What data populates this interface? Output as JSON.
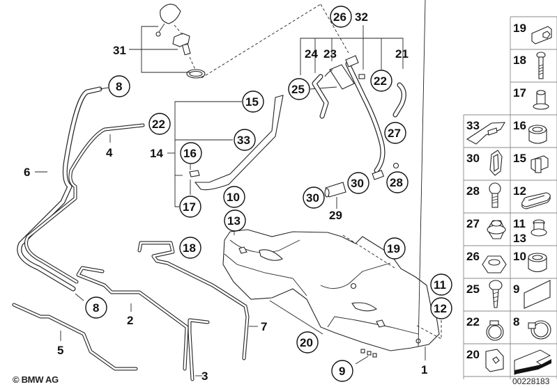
{
  "diagram": {
    "title": "Fuel tank and attaching parts",
    "copyright": "© BMW AG",
    "document_number": "00228183",
    "main_labels": [
      {
        "id": "lbl-31",
        "text": "31",
        "circled": false
      },
      {
        "id": "lbl-26",
        "text": "26",
        "circled": true
      },
      {
        "id": "lbl-32",
        "text": "32",
        "circled": false
      },
      {
        "id": "lbl-24",
        "text": "24",
        "circled": false
      },
      {
        "id": "lbl-23",
        "text": "23",
        "circled": false
      },
      {
        "id": "lbl-21",
        "text": "21",
        "circled": false
      },
      {
        "id": "lbl-25",
        "text": "25",
        "circled": true
      },
      {
        "id": "lbl-22a",
        "text": "22",
        "circled": true
      },
      {
        "id": "lbl-8a",
        "text": "8",
        "circled": true
      },
      {
        "id": "lbl-15",
        "text": "15",
        "circled": true
      },
      {
        "id": "lbl-22b",
        "text": "22",
        "circled": true
      },
      {
        "id": "lbl-33",
        "text": "33",
        "circled": true
      },
      {
        "id": "lbl-4",
        "text": "4",
        "circled": false
      },
      {
        "id": "lbl-14",
        "text": "14",
        "circled": false
      },
      {
        "id": "lbl-16",
        "text": "16",
        "circled": true
      },
      {
        "id": "lbl-6",
        "text": "6",
        "circled": false
      },
      {
        "id": "lbl-27",
        "text": "27",
        "circled": true
      },
      {
        "id": "lbl-30a",
        "text": "30",
        "circled": true
      },
      {
        "id": "lbl-28",
        "text": "28",
        "circled": true
      },
      {
        "id": "lbl-17",
        "text": "17",
        "circled": true
      },
      {
        "id": "lbl-10",
        "text": "10",
        "circled": true
      },
      {
        "id": "lbl-30b",
        "text": "30",
        "circled": true
      },
      {
        "id": "lbl-29",
        "text": "29",
        "circled": false
      },
      {
        "id": "lbl-13",
        "text": "13",
        "circled": true
      },
      {
        "id": "lbl-18",
        "text": "18",
        "circled": true
      },
      {
        "id": "lbl-19",
        "text": "19",
        "circled": true
      },
      {
        "id": "lbl-11",
        "text": "11",
        "circled": true
      },
      {
        "id": "lbl-12",
        "text": "12",
        "circled": true
      },
      {
        "id": "lbl-8b",
        "text": "8",
        "circled": true
      },
      {
        "id": "lbl-2",
        "text": "2",
        "circled": false
      },
      {
        "id": "lbl-7",
        "text": "7",
        "circled": false
      },
      {
        "id": "lbl-20",
        "text": "20",
        "circled": true
      },
      {
        "id": "lbl-5",
        "text": "5",
        "circled": false
      },
      {
        "id": "lbl-3",
        "text": "3",
        "circled": false
      },
      {
        "id": "lbl-9",
        "text": "9",
        "circled": true
      },
      {
        "id": "lbl-1",
        "text": "1",
        "circled": false
      }
    ],
    "parts_grid": [
      {
        "cell": "19",
        "labels": [
          "19"
        ],
        "part": "clip-nut"
      },
      {
        "cell": "18",
        "labels": [
          "18"
        ],
        "part": "bolt"
      },
      {
        "cell": "17",
        "labels": [
          "17"
        ],
        "part": "sleeve"
      },
      {
        "cell": "33",
        "labels": [
          "33"
        ],
        "part": "heat-shield"
      },
      {
        "cell": "16",
        "labels": [
          "16"
        ],
        "part": "rubber-mount"
      },
      {
        "cell": "30",
        "labels": [
          "30"
        ],
        "part": "hose-clamp-clip"
      },
      {
        "cell": "15",
        "labels": [
          "15"
        ],
        "part": "clip"
      },
      {
        "cell": "28",
        "labels": [
          "28"
        ],
        "part": "bolt"
      },
      {
        "cell": "12",
        "labels": [
          "12"
        ],
        "part": "grommet-oval"
      },
      {
        "cell": "27",
        "labels": [
          "27"
        ],
        "part": "collar-nut"
      },
      {
        "cell": "11-13",
        "labels": [
          "11",
          "13"
        ],
        "part": "bushing"
      },
      {
        "cell": "26",
        "labels": [
          "26"
        ],
        "part": "hex-nut"
      },
      {
        "cell": "10",
        "labels": [
          "10"
        ],
        "part": "rubber-grommet"
      },
      {
        "cell": "25",
        "labels": [
          "25"
        ],
        "part": "screw"
      },
      {
        "cell": "9",
        "labels": [
          "9"
        ],
        "part": "label-plate"
      },
      {
        "cell": "22",
        "labels": [
          "22"
        ],
        "part": "worm-clamp"
      },
      {
        "cell": "8",
        "labels": [
          "8"
        ],
        "part": "hose-clamp"
      },
      {
        "cell": "20",
        "labels": [
          "20"
        ],
        "part": "clip-nut-angle"
      },
      {
        "cell": "arrow",
        "labels": [],
        "part": "direction-arrow"
      }
    ]
  }
}
